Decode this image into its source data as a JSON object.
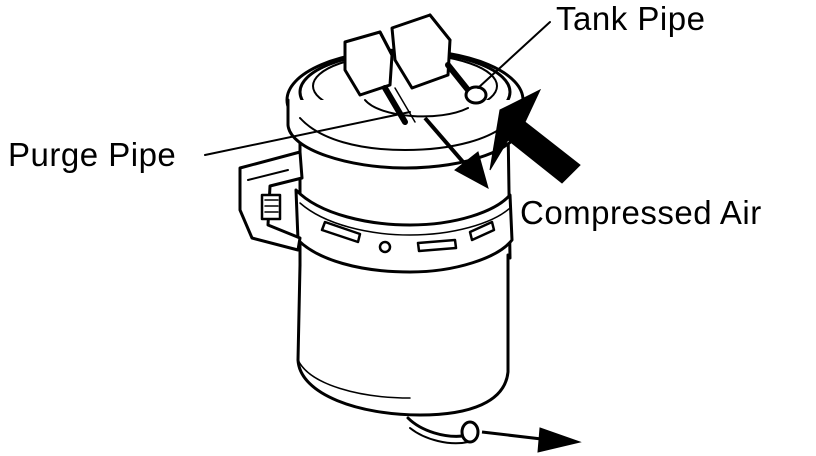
{
  "labels": {
    "tank_pipe": "Tank Pipe",
    "purge_pipe": "Purge Pipe",
    "compressed_air": "Compressed Air"
  },
  "colors": {
    "ink": "#000000",
    "paper": "#ffffff"
  }
}
